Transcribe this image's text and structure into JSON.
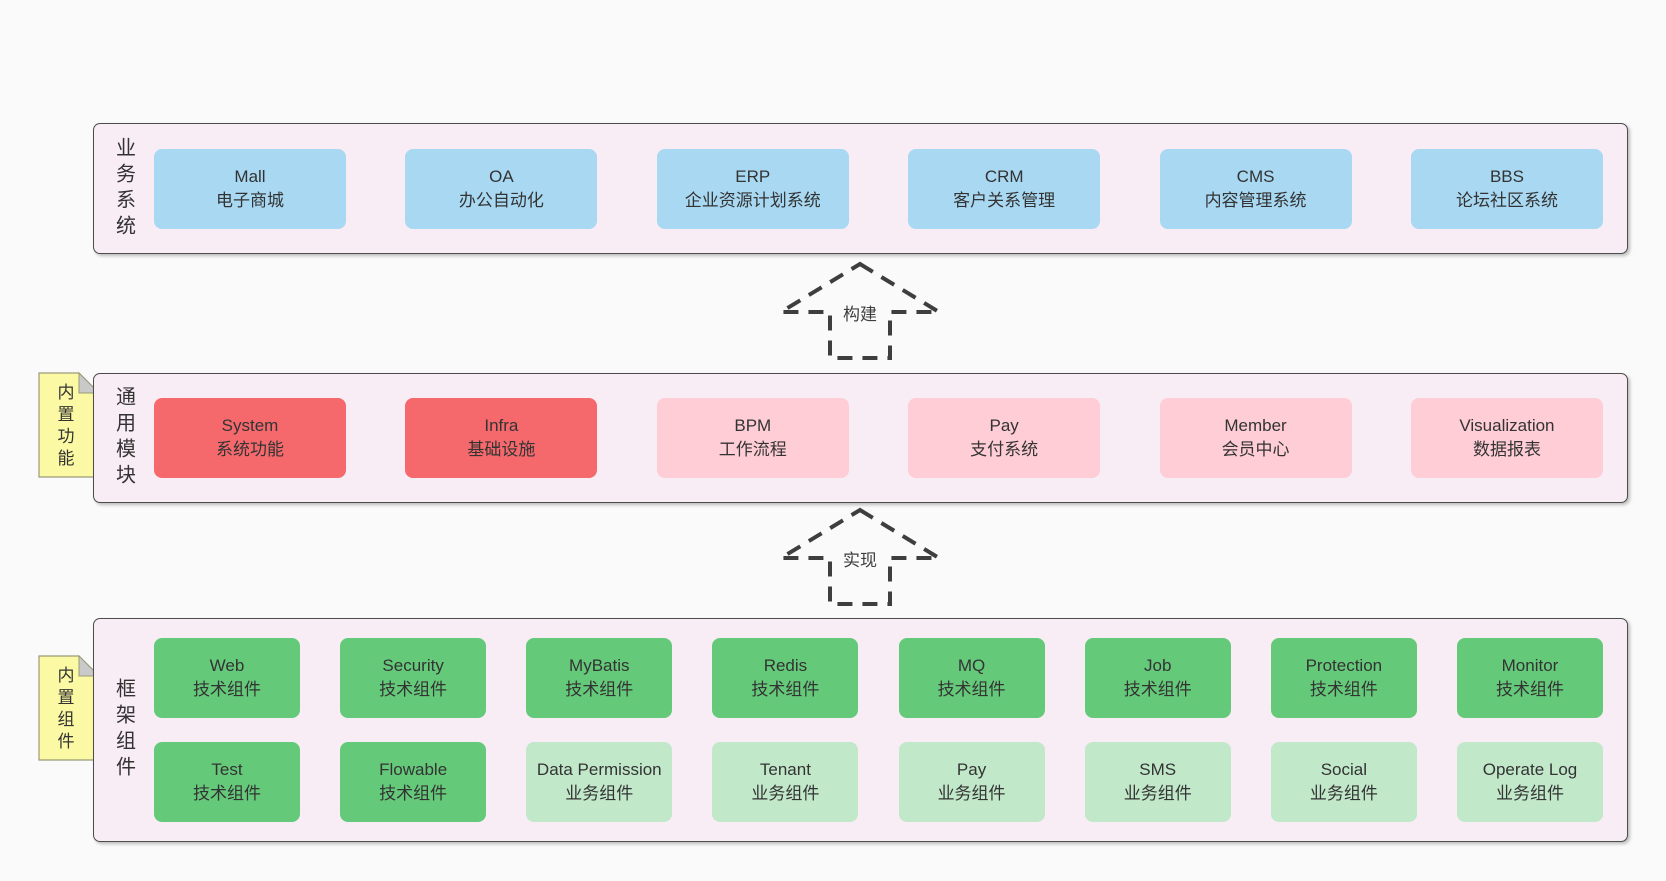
{
  "diagram_title": "framework-architecture-diagram",
  "colors": {
    "page_bg": "#fafafa",
    "band_bg": "#f8ecf5",
    "band_border": "#4c4c4c",
    "node_blue": "#a8d8f2",
    "node_red": "#f5696d",
    "node_pink": "#fecdd6",
    "node_green_dark": "#65c97a",
    "node_green_light": "#c2e8ca",
    "note_yellow": "#fbf9a3",
    "note_fold_gray": "#c9c9c9",
    "arrow_dash": "#3e3e3e",
    "text": "#333333"
  },
  "arrows": [
    {
      "label": "构建"
    },
    {
      "label": "实现"
    }
  ],
  "bands": [
    {
      "label": "业务系统",
      "boxes": [
        {
          "name": "Mall",
          "desc": "电子商城",
          "variant": "blue"
        },
        {
          "name": "OA",
          "desc": "办公自动化",
          "variant": "blue"
        },
        {
          "name": "ERP",
          "desc": "企业资源计划系统",
          "variant": "blue"
        },
        {
          "name": "CRM",
          "desc": "客户关系管理",
          "variant": "blue"
        },
        {
          "name": "CMS",
          "desc": "内容管理系统",
          "variant": "blue"
        },
        {
          "name": "BBS",
          "desc": "论坛社区系统",
          "variant": "blue"
        }
      ]
    },
    {
      "label": "通用模块",
      "note": "内置功能",
      "boxes": [
        {
          "name": "System",
          "desc": "系统功能",
          "variant": "red"
        },
        {
          "name": "Infra",
          "desc": "基础设施",
          "variant": "red"
        },
        {
          "name": "BPM",
          "desc": "工作流程",
          "variant": "pink"
        },
        {
          "name": "Pay",
          "desc": "支付系统",
          "variant": "pink"
        },
        {
          "name": "Member",
          "desc": "会员中心",
          "variant": "pink"
        },
        {
          "name": "Visualization",
          "desc": "数据报表",
          "variant": "pink"
        }
      ]
    },
    {
      "label": "框架组件",
      "note": "内置组件",
      "rows": [
        [
          {
            "name": "Web",
            "desc": "技术组件",
            "variant": "green-dark"
          },
          {
            "name": "Security",
            "desc": "技术组件",
            "variant": "green-dark"
          },
          {
            "name": "MyBatis",
            "desc": "技术组件",
            "variant": "green-dark"
          },
          {
            "name": "Redis",
            "desc": "技术组件",
            "variant": "green-dark"
          },
          {
            "name": "MQ",
            "desc": "技术组件",
            "variant": "green-dark"
          },
          {
            "name": "Job",
            "desc": "技术组件",
            "variant": "green-dark"
          },
          {
            "name": "Protection",
            "desc": "技术组件",
            "variant": "green-dark"
          },
          {
            "name": "Monitor",
            "desc": "技术组件",
            "variant": "green-dark"
          }
        ],
        [
          {
            "name": "Test",
            "desc": "技术组件",
            "variant": "green-dark"
          },
          {
            "name": "Flowable",
            "desc": "技术组件",
            "variant": "green-dark"
          },
          {
            "name": "Data Permission",
            "desc": "业务组件",
            "variant": "green-light"
          },
          {
            "name": "Tenant",
            "desc": "业务组件",
            "variant": "green-light"
          },
          {
            "name": "Pay",
            "desc": "业务组件",
            "variant": "green-light"
          },
          {
            "name": "SMS",
            "desc": "业务组件",
            "variant": "green-light"
          },
          {
            "name": "Social",
            "desc": "业务组件",
            "variant": "green-light"
          },
          {
            "name": "Operate Log",
            "desc": "业务组件",
            "variant": "green-light"
          }
        ]
      ]
    }
  ]
}
